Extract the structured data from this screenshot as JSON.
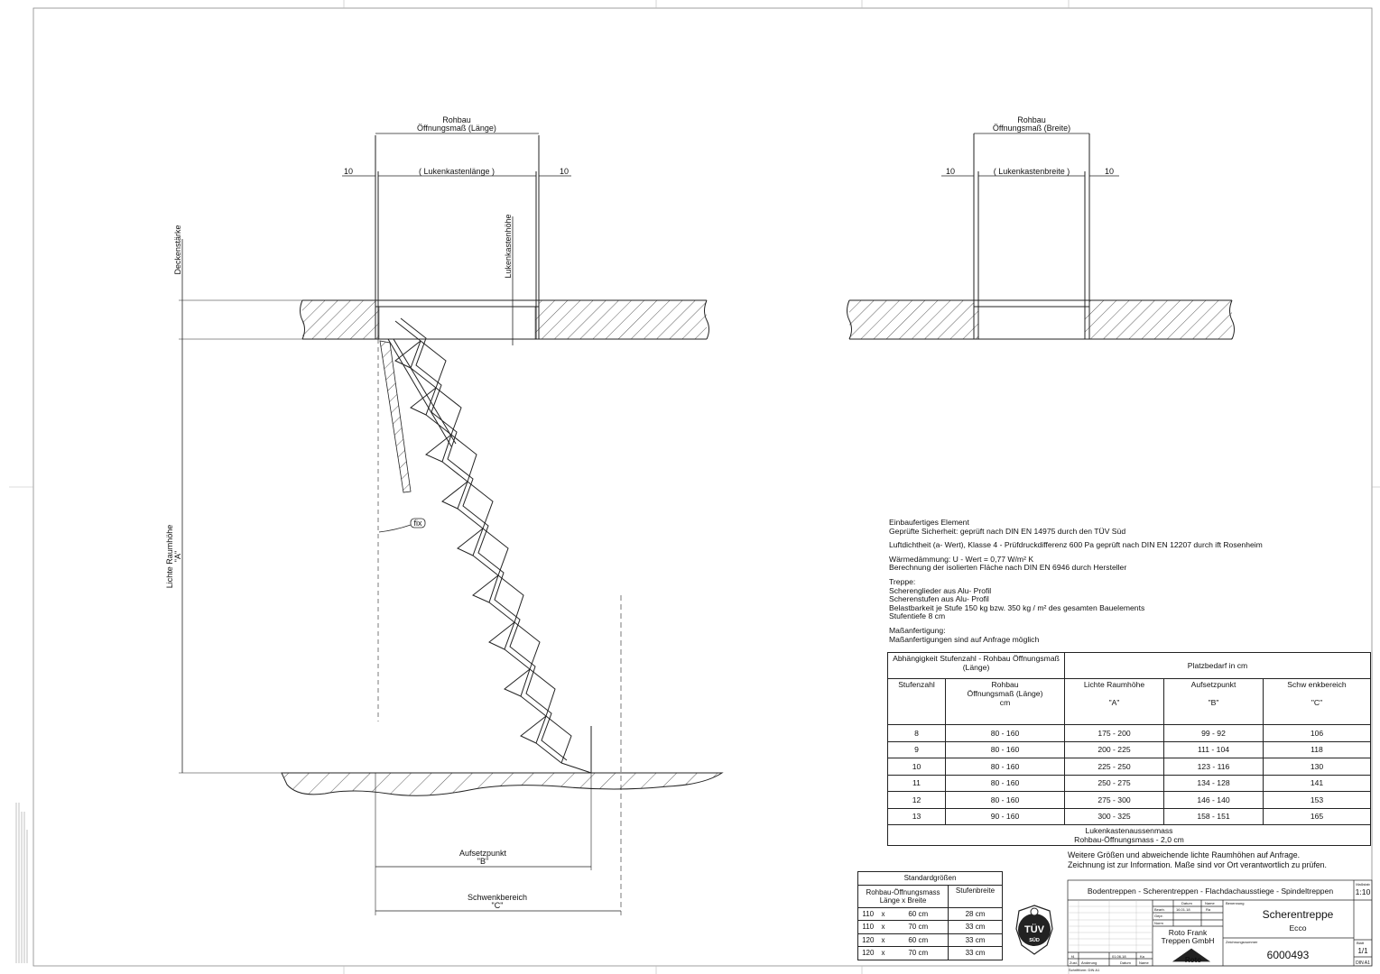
{
  "drawing_left": {
    "rohbau_label": "Rohbau",
    "opening_length_label": "Öffnungsmaß (Länge)",
    "hatch_length_label": "( Lukenkastenlänge )",
    "dim_left": "10",
    "dim_right": "10",
    "ceiling_thickness_label": "Deckenstärke",
    "hatch_height_label": "Lukenkastenhöhe",
    "room_height_label": "Lichte Raumhöhe",
    "room_height_code": "\"A\"",
    "fix_label": "fix",
    "landing_point_label": "Aufsetzpunkt",
    "landing_point_code": "\"B\"",
    "swing_area_label": "Schwenkbereich",
    "swing_area_code": "\"C\""
  },
  "drawing_right": {
    "rohbau_label": "Rohbau",
    "opening_width_label": "Öffnungsmaß (Breite)",
    "hatch_width_label": "( Lukenkastenbreite )",
    "dim_left": "10",
    "dim_right": "10"
  },
  "notes": [
    [
      "Einbaufertiges Element",
      "Geprüfte Sicherheit: geprüft nach DIN EN 14975 durch den TÜV Süd"
    ],
    [
      "Luftdichtheit (a- Wert), Klasse 4 - Prüfdruckdifferenz 600 Pa geprüft nach DIN EN 12207 durch ift Rosenheim"
    ],
    [
      "Wärmedämmung: U - Wert = 0,77 W/m² K",
      "Berechnung der isolierten Fläche nach DIN EN 6946 durch Hersteller"
    ],
    [
      "Treppe:",
      "Scherenglieder aus Alu- Profil",
      "Scherenstufen aus Alu- Profil",
      "Belastbarkeit je Stufe 150 kg bzw. 350 kg / m² des gesamten Bauelements",
      "Stufentiefe 8 cm"
    ],
    [
      "Maßanfertigung:",
      "Maßanfertigungen sind auf Anfrage möglich"
    ]
  ],
  "main_table": {
    "header_left": "Abhängigkeit Stufenzahl - Rohbau Öffnungsmaß (Länge)",
    "header_right": "Platzbedarf in cm",
    "columns": [
      {
        "label": "Stufenzahl",
        "sub": "",
        "unit": ""
      },
      {
        "label": "Rohbau",
        "sub": "Öffnungsmaß (Länge)",
        "unit": "cm"
      },
      {
        "label": "Lichte Raumhöhe",
        "sub": "",
        "unit": "\"A\""
      },
      {
        "label": "Aufsetzpunkt",
        "sub": "",
        "unit": "\"B\""
      },
      {
        "label": "Schw enkbereich",
        "sub": "",
        "unit": "\"C\""
      }
    ],
    "rows": [
      [
        "8",
        "80 - 160",
        "175 - 200",
        "99 -   92",
        "106"
      ],
      [
        "9",
        "80 - 160",
        "200 - 225",
        "111 - 104",
        "118"
      ],
      [
        "10",
        "80 - 160",
        "225 - 250",
        "123 - 116",
        "130"
      ],
      [
        "11",
        "80 - 160",
        "250 - 275",
        "134 - 128",
        "141"
      ],
      [
        "12",
        "80 - 160",
        "275 - 300",
        "146 - 140",
        "153"
      ],
      [
        "13",
        "90 - 160",
        "300 - 325",
        "158 - 151",
        "165"
      ]
    ],
    "footer_line1": "Lukenkastenaussenmass",
    "footer_line2": "Rohbau-Öffnungsmass - 2,0 cm"
  },
  "further_info": [
    "Weitere Größen und abweichende lichte Raumhöhen auf Anfrage.",
    "Zeichnung ist zur Information. Maße sind vor Ort verantwortlich zu prüfen."
  ],
  "standard_table": {
    "title": "Standardgrößen",
    "col1_line1": "Rohbau-Öffnungsmass",
    "col1_line2": "Länge x Breite",
    "col2": "Stufenbreite",
    "rows": [
      [
        "110",
        "x",
        "60 cm",
        "28 cm"
      ],
      [
        "110",
        "x",
        "70 cm",
        "33 cm"
      ],
      [
        "120",
        "x",
        "60 cm",
        "33 cm"
      ],
      [
        "120",
        "x",
        "70 cm",
        "33 cm"
      ]
    ]
  },
  "tuv_logo": {
    "top": "TÜV",
    "bottom": "SÜD"
  },
  "title_block": {
    "product_range": "Bodentreppen - Scherentreppen - Flachdachausstiege - Spindeltreppen",
    "scale_label": "Maßstab",
    "scale": "1:10",
    "col_datum": "Datum",
    "col_name": "Name",
    "col_benennung": "Benennung",
    "row_bearb": "Bearb.",
    "bearb_date": "16.01.18",
    "bearb_name": "Ra",
    "row_gepr": "Gepr.",
    "row_norm": "Norm",
    "company_line1": "Roto Frank",
    "company_line2": "Treppen GmbH",
    "product_name": "Scherentreppe",
    "product_variant": "Ecco",
    "drawing_no_label": "Zeichnungsnummer",
    "drawing_no": "6000493",
    "sheet_label": "Blatt",
    "sheet": "1/1",
    "format": "DIN A1",
    "rev_index": "f4",
    "rev_date": "01.06.18",
    "rev_name": "Ka",
    "rev_zust": "Zust.",
    "rev_aenderung": "Änderung",
    "rev_datum": "Datum",
    "rev_nname": "Name",
    "roto_logo": "Roto",
    "footer_note": "Schriftform: DIN A1"
  }
}
